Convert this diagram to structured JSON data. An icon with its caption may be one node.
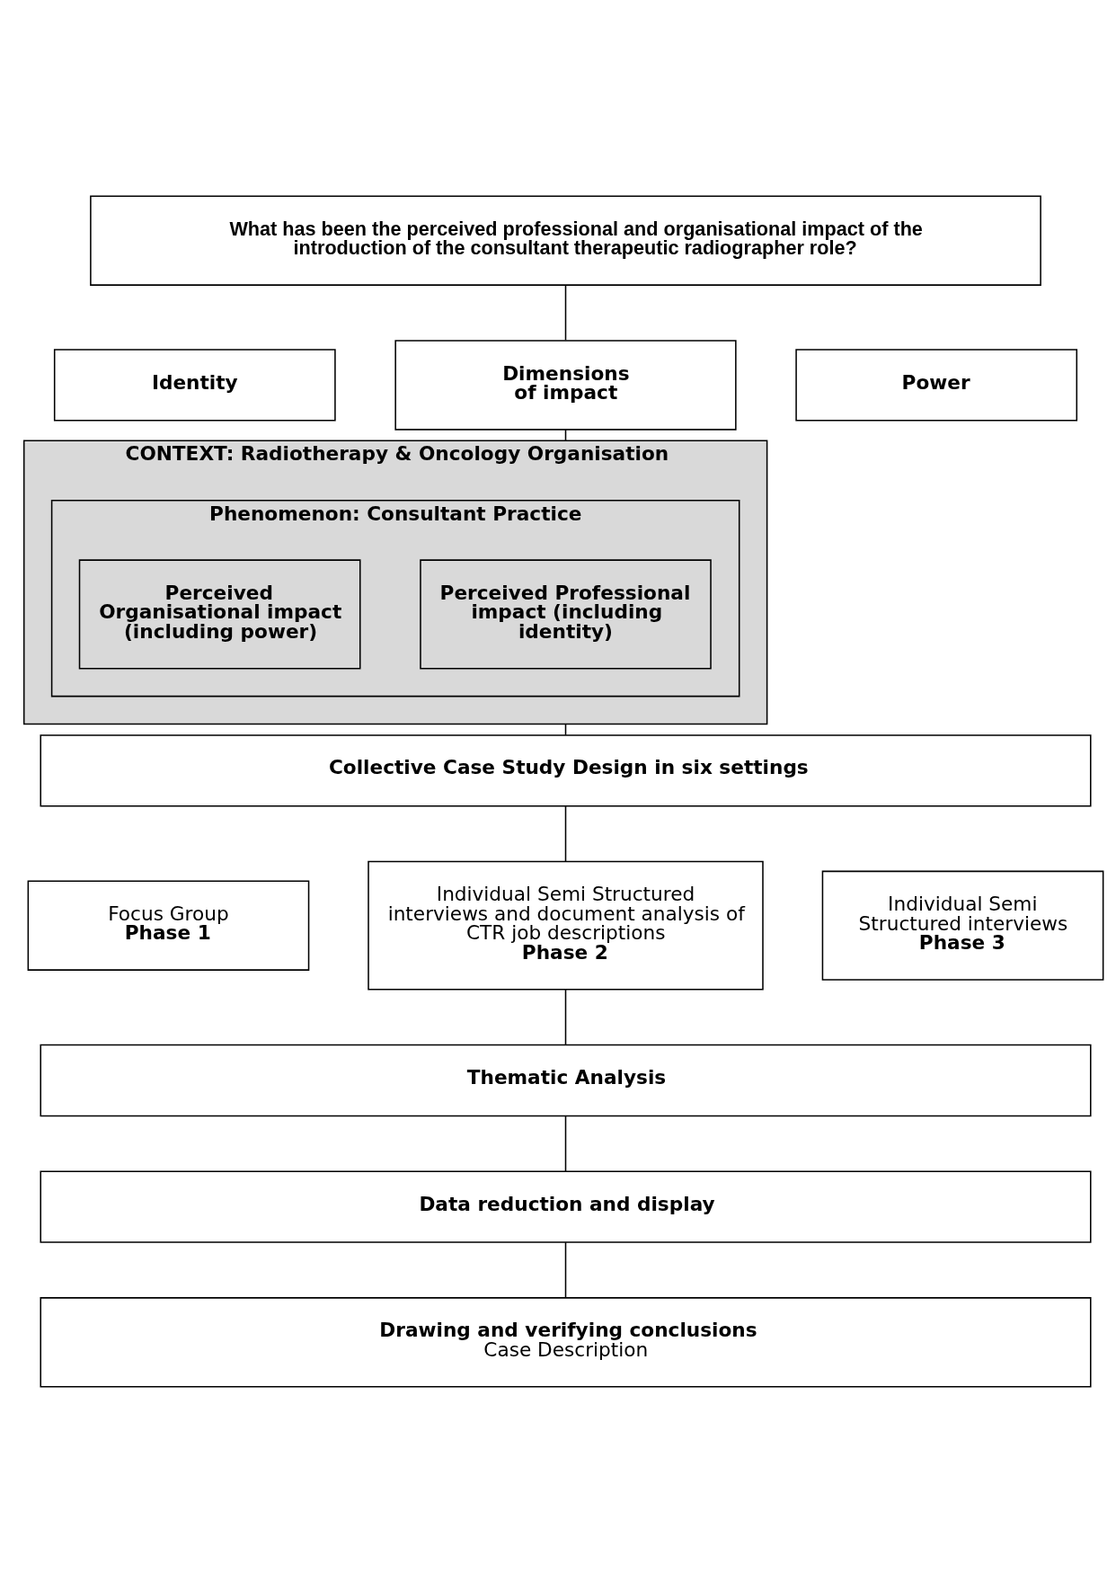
{
  "diagram": {
    "nodes": [
      {
        "text": [
          "What has been the perceived professional and organisational impact of the introduction of the consultant therapeutic radiographer role?"
        ]
      },
      {
        "text": [
          "Identity"
        ]
      },
      {
        "text": [
          "Dimensions of impact"
        ]
      },
      {
        "text": [
          "Power"
        ]
      },
      {
        "text": [
          "CONTEXT: Radiotherapy & Oncology Organisation"
        ]
      },
      {
        "text": [
          "Phenomenon: Consultant Practice"
        ],
        "in": 4
      },
      {
        "text": [
          "Perceived Professional impact (including identity)"
        ],
        "in": 5
      },
      {
        "text": [
          "Perceived Organisational impact (including power)"
        ],
        "in": 5
      },
      {
        "text": [
          "Collective Case Study Design in six settings"
        ]
      },
      {
        "text": [
          "Focus Group",
          "Phase 1"
        ]
      },
      {
        "text": [
          "Individual Semi Structured interviews and document analysis of CTR job descriptions",
          "Phase 2"
        ]
      },
      {
        "text": [
          "Individual Semi Structured interviews",
          "Phase 3"
        ]
      },
      {
        "text": [
          "Thematic Analysis"
        ]
      },
      {
        "text": [
          "Data reduction and display"
        ]
      },
      {
        "text": [
          "Drawing and verifying conclusions",
          "Case Description"
        ]
      }
    ],
    "edges": [
      {
        "from": 0,
        "to": 2,
        "arrow": "none"
      },
      {
        "from": 2,
        "to": 4,
        "arrow": "none"
      },
      {
        "from": 4,
        "to": 8,
        "arrow": "none"
      },
      {
        "from": 8,
        "to": 10,
        "arrow": "none"
      },
      {
        "from": 10,
        "to": 12,
        "arrow": "none"
      },
      {
        "from": 12,
        "to": 13,
        "arrow": "none"
      },
      {
        "from": 13,
        "to": 14,
        "arrow": "none"
      }
    ]
  }
}
